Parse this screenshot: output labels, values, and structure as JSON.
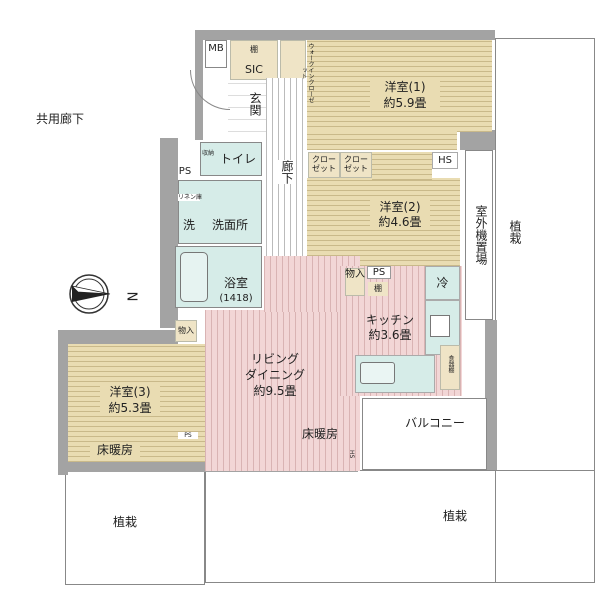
{
  "labels": {
    "mb": "MB",
    "shelf_top": "棚",
    "sic": "SIC",
    "walk_in_closet": "ウォークインクローゼット",
    "room1_name": "洋室(1)",
    "room1_size": "約5.9畳",
    "entrance": "玄関",
    "common_corridor": "共用廊下",
    "toilet": "トイレ",
    "toilet_storage": "収納",
    "ps_left": "PS",
    "linen": "リネン庫",
    "corridor": "廊下",
    "closet_a": "クローゼット",
    "closet_b": "クローゼット",
    "hs_top": "HS",
    "room2_name": "洋室(2)",
    "room2_size": "約4.6畳",
    "outdoor_unit": "室外機置場",
    "planting_right": "植栽",
    "wash": "洗",
    "washroom": "洗面所",
    "bathroom": "浴室",
    "bath_size": "(1418)",
    "storage_kitchen": "物入",
    "ps_kitchen": "PS",
    "shelf_kitchen": "棚",
    "fridge": "冷",
    "kitchen_name": "キッチン",
    "kitchen_size": "約3.6畳",
    "cupboard": "食器棚",
    "storage_room3": "物入",
    "ldk_name1": "リビング",
    "ldk_name2": "ダイニング",
    "ldk_size": "約9.5畳",
    "floor_heating_ldk": "床暖房",
    "room3_name": "洋室(3)",
    "room3_size": "約5.3畳",
    "floor_heating_room3": "床暖房",
    "ps_room3": "PS",
    "hs_ldk": "HS",
    "balcony": "バルコニー",
    "planting_bottom_left": "植栽",
    "planting_bottom_right": "植栽",
    "north": "N"
  },
  "colors": {
    "western_room": "#e9dcb2",
    "ldk": "#f2d6d6",
    "wet_area": "#d6ece8",
    "wall": "#a3a3a3"
  }
}
